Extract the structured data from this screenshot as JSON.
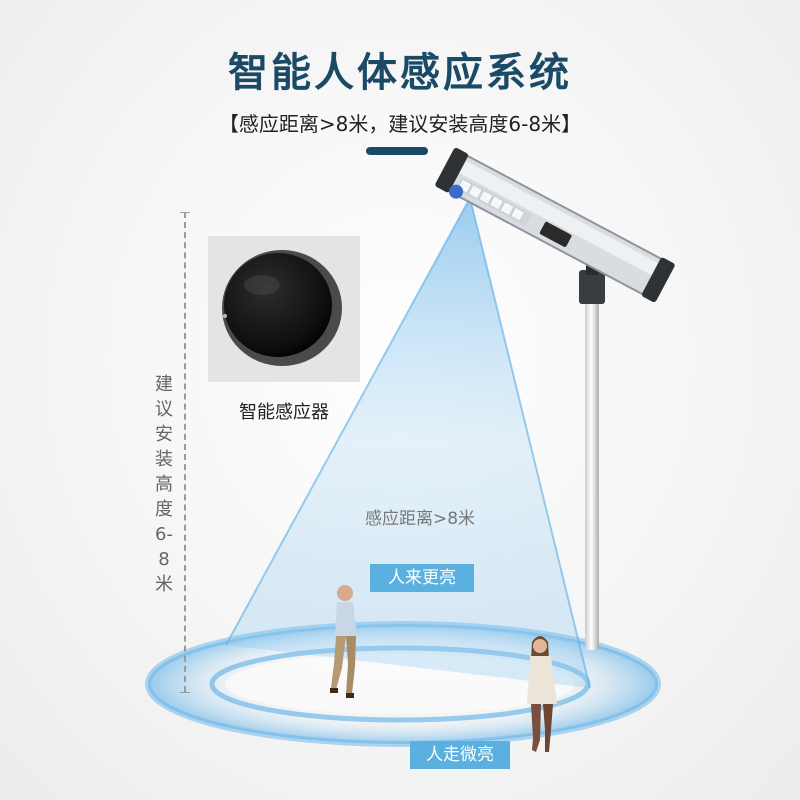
{
  "title": "智能人体感应系统",
  "subtitle": "【感应距离>8米，建议安装高度6-8米】",
  "side_label": "建议安装高度6-8米",
  "sensor_caption": "智能感应器",
  "distance_label": "感应距离>8米",
  "tag_near": "人来更亮",
  "tag_far": "人走微亮",
  "colors": {
    "title": "#1b4a66",
    "accent": "#1b4a66",
    "tag_bg": "#5ab0df",
    "beam": "#6fb8ea",
    "ring": "#5aaee6"
  }
}
